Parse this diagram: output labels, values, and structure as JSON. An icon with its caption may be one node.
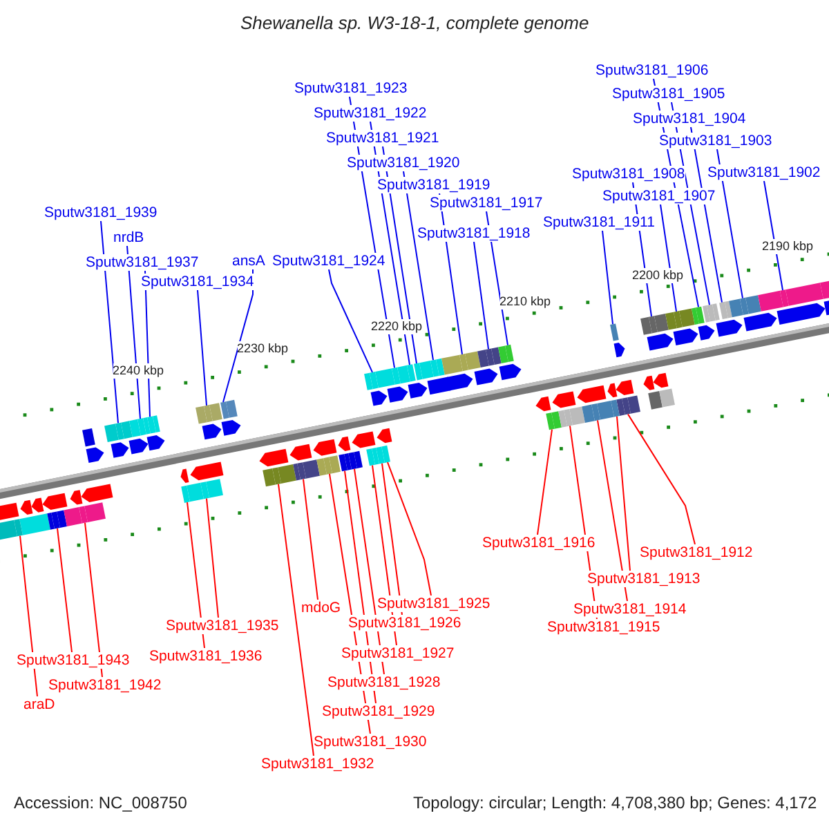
{
  "diagram": {
    "title": "Shewanella sp. W3-18-1, complete genome",
    "nodes": [
      {
        "text": [
          "Sputw3181_1906"
        ]
      },
      {
        "text": [
          "Sputw3181_1923"
        ]
      },
      {
        "text": [
          "Sputw3181_1905"
        ]
      },
      {
        "text": [
          "Sputw3181_1922"
        ]
      },
      {
        "text": [
          "Sputw3181_1904"
        ]
      },
      {
        "text": [
          "Sputw3181_1921"
        ]
      },
      {
        "text": [
          "Sputw3181_1903"
        ]
      },
      {
        "text": [
          "Sputw3181_1920"
        ]
      },
      {
        "text": [
          "Sputw3181_1908"
        ]
      },
      {
        "text": [
          "Sputw3181_1902"
        ]
      },
      {
        "text": [
          "Sputw3181_1919"
        ]
      },
      {
        "text": [
          "Sputw3181_1907"
        ]
      },
      {
        "text": [
          "Sputw3181_1917"
        ]
      },
      {
        "text": [
          "Sputw3181_1939"
        ]
      },
      {
        "text": [
          "Sputw3181_1911"
        ]
      },
      {
        "text": [
          "Sputw3181_1918"
        ]
      },
      {
        "text": [
          "nrdB"
        ]
      },
      {
        "text": [
          "Sputw3181_1924"
        ]
      },
      {
        "text": [
          "Sputw3181_1937"
        ]
      },
      {
        "text": [
          "ansA"
        ]
      },
      {
        "text": [
          "Sputw3181_1934"
        ]
      },
      {
        "text": [
          "Sputw3181_1916"
        ]
      },
      {
        "text": [
          "Sputw3181_1912"
        ]
      },
      {
        "text": [
          "Sputw3181_1913"
        ]
      },
      {
        "text": [
          "Sputw3181_1925"
        ]
      },
      {
        "text": [
          "mdoG"
        ]
      },
      {
        "text": [
          "Sputw3181_1914"
        ]
      },
      {
        "text": [
          "Sputw3181_1926"
        ]
      },
      {
        "text": [
          "Sputw3181_1935"
        ]
      },
      {
        "text": [
          "Sputw3181_1915"
        ]
      },
      {
        "text": [
          "Sputw3181_1927"
        ]
      },
      {
        "text": [
          "Sputw3181_1936"
        ]
      },
      {
        "text": [
          "Sputw3181_1943"
        ]
      },
      {
        "text": [
          "Sputw3181_1928"
        ]
      },
      {
        "text": [
          "Sputw3181_1942"
        ]
      },
      {
        "text": [
          "araD"
        ]
      },
      {
        "text": [
          "Sputw3181_1929"
        ]
      },
      {
        "text": [
          "Sputw3181_1930"
        ]
      },
      {
        "text": [
          "Sputw3181_1932"
        ]
      },
      {
        "text": [],
        "shape": "box"
      },
      {
        "text": [],
        "shape": "box"
      },
      {
        "text": [],
        "shape": "box"
      },
      {
        "text": [],
        "shape": "box"
      },
      {
        "text": [],
        "shape": "box"
      },
      {
        "text": [],
        "shape": "box"
      },
      {
        "text": [],
        "shape": "box"
      },
      {
        "text": [],
        "shape": "box"
      },
      {
        "text": [],
        "shape": "box"
      },
      {
        "text": [],
        "shape": "box"
      },
      {
        "text": [],
        "shape": "box"
      },
      {
        "text": [],
        "shape": "box"
      },
      {
        "text": [],
        "shape": "box"
      },
      {
        "text": [],
        "shape": "box"
      },
      {
        "text": [],
        "shape": "box"
      },
      {
        "text": [],
        "shape": "box"
      },
      {
        "text": [],
        "shape": "box"
      },
      {
        "text": [],
        "shape": "box"
      },
      {
        "text": [],
        "shape": "box"
      },
      {
        "text": [],
        "shape": "box"
      },
      {
        "text": [],
        "shape": "box"
      },
      {
        "text": [],
        "shape": "box"
      },
      {
        "text": [],
        "shape": "box"
      },
      {
        "text": [],
        "shape": "box"
      },
      {
        "text": [],
        "shape": "box"
      },
      {
        "text": [],
        "shape": "box"
      },
      {
        "text": [],
        "shape": "box"
      },
      {
        "text": [],
        "shape": "box"
      },
      {
        "text": [],
        "shape": "box"
      },
      {
        "text": [],
        "shape": "box"
      },
      {
        "text": [],
        "shape": "box"
      },
      {
        "text": [],
        "shape": "box"
      },
      {
        "text": [],
        "shape": "box"
      },
      {
        "text": [],
        "shape": "box"
      },
      {
        "text": [],
        "shape": "box"
      },
      {
        "text": [],
        "shape": "box"
      },
      {
        "text": [],
        "shape": "box"
      },
      {
        "text": [],
        "shape": "box"
      },
      {
        "text": [],
        "shape": "box"
      }
    ],
    "edges": [
      {
        "from": 0,
        "to": 73,
        "arrow": "none"
      },
      {
        "from": 1,
        "to": 58,
        "arrow": "none"
      },
      {
        "from": 2,
        "to": 74,
        "arrow": "none"
      },
      {
        "from": 3,
        "to": 59,
        "arrow": "none"
      },
      {
        "from": 4,
        "to": 75,
        "arrow": "none"
      },
      {
        "from": 5,
        "to": 60,
        "arrow": "none"
      },
      {
        "from": 6,
        "to": 76,
        "arrow": "none"
      },
      {
        "from": 7,
        "to": 61,
        "arrow": "none"
      },
      {
        "from": 8,
        "to": 71,
        "arrow": "none"
      },
      {
        "from": 9,
        "to": 77,
        "arrow": "none"
      },
      {
        "from": 10,
        "to": 62,
        "arrow": "none"
      },
      {
        "from": 11,
        "to": 72,
        "arrow": "none"
      },
      {
        "from": 12,
        "to": 64,
        "arrow": "none"
      },
      {
        "from": 13,
        "to": 42,
        "arrow": "none"
      },
      {
        "from": 14,
        "to": 70,
        "arrow": "none"
      },
      {
        "from": 15,
        "to": 63,
        "arrow": "none"
      },
      {
        "from": 16,
        "to": 43,
        "arrow": "none"
      },
      {
        "from": 17,
        "to": 57,
        "arrow": "none"
      },
      {
        "from": 18,
        "to": 44,
        "arrow": "none"
      },
      {
        "from": 19,
        "to": 48,
        "arrow": "none"
      },
      {
        "from": 20,
        "to": 47,
        "arrow": "none"
      },
      {
        "from": 21,
        "to": 65,
        "arrow": "none",
        "color": "#ff0000"
      },
      {
        "from": 22,
        "to": 69,
        "arrow": "none",
        "color": "#ff0000"
      },
      {
        "from": 23,
        "to": 68,
        "arrow": "none",
        "color": "#ff0000"
      },
      {
        "from": 24,
        "to": 56,
        "arrow": "none",
        "color": "#ff0000"
      },
      {
        "from": 25,
        "to": 50,
        "arrow": "none",
        "color": "#ff0000"
      },
      {
        "from": 26,
        "to": 67,
        "arrow": "none",
        "color": "#ff0000"
      },
      {
        "from": 27,
        "to": 55,
        "arrow": "none",
        "color": "#ff0000"
      },
      {
        "from": 28,
        "to": 46,
        "arrow": "none",
        "color": "#ff0000"
      },
      {
        "from": 29,
        "to": 66,
        "arrow": "none",
        "color": "#ff0000"
      },
      {
        "from": 30,
        "to": 54,
        "arrow": "none",
        "color": "#ff0000"
      },
      {
        "from": 31,
        "to": 45,
        "arrow": "none",
        "color": "#ff0000"
      },
      {
        "from": 32,
        "to": 40,
        "arrow": "none",
        "color": "#ff0000"
      },
      {
        "from": 33,
        "to": 53,
        "arrow": "none",
        "color": "#ff0000"
      },
      {
        "from": 34,
        "to": 41,
        "arrow": "none",
        "color": "#ff0000"
      },
      {
        "from": 35,
        "to": 39,
        "arrow": "none",
        "color": "#ff0000"
      },
      {
        "from": 36,
        "to": 52,
        "arrow": "none",
        "color": "#ff0000"
      },
      {
        "from": 37,
        "to": 51,
        "arrow": "none",
        "color": "#ff0000"
      },
      {
        "from": 38,
        "to": 49,
        "arrow": "none",
        "color": "#ff0000"
      }
    ],
    "labels": [
      "2190 kbp",
      "2200 kbp",
      "2210 kbp",
      "2220 kbp",
      "2230 kbp",
      "2240 kbp",
      "Accession: NC_008750",
      "Topology: circular; Length: 4,708,380 bp; Genes: 4,172"
    ]
  }
}
